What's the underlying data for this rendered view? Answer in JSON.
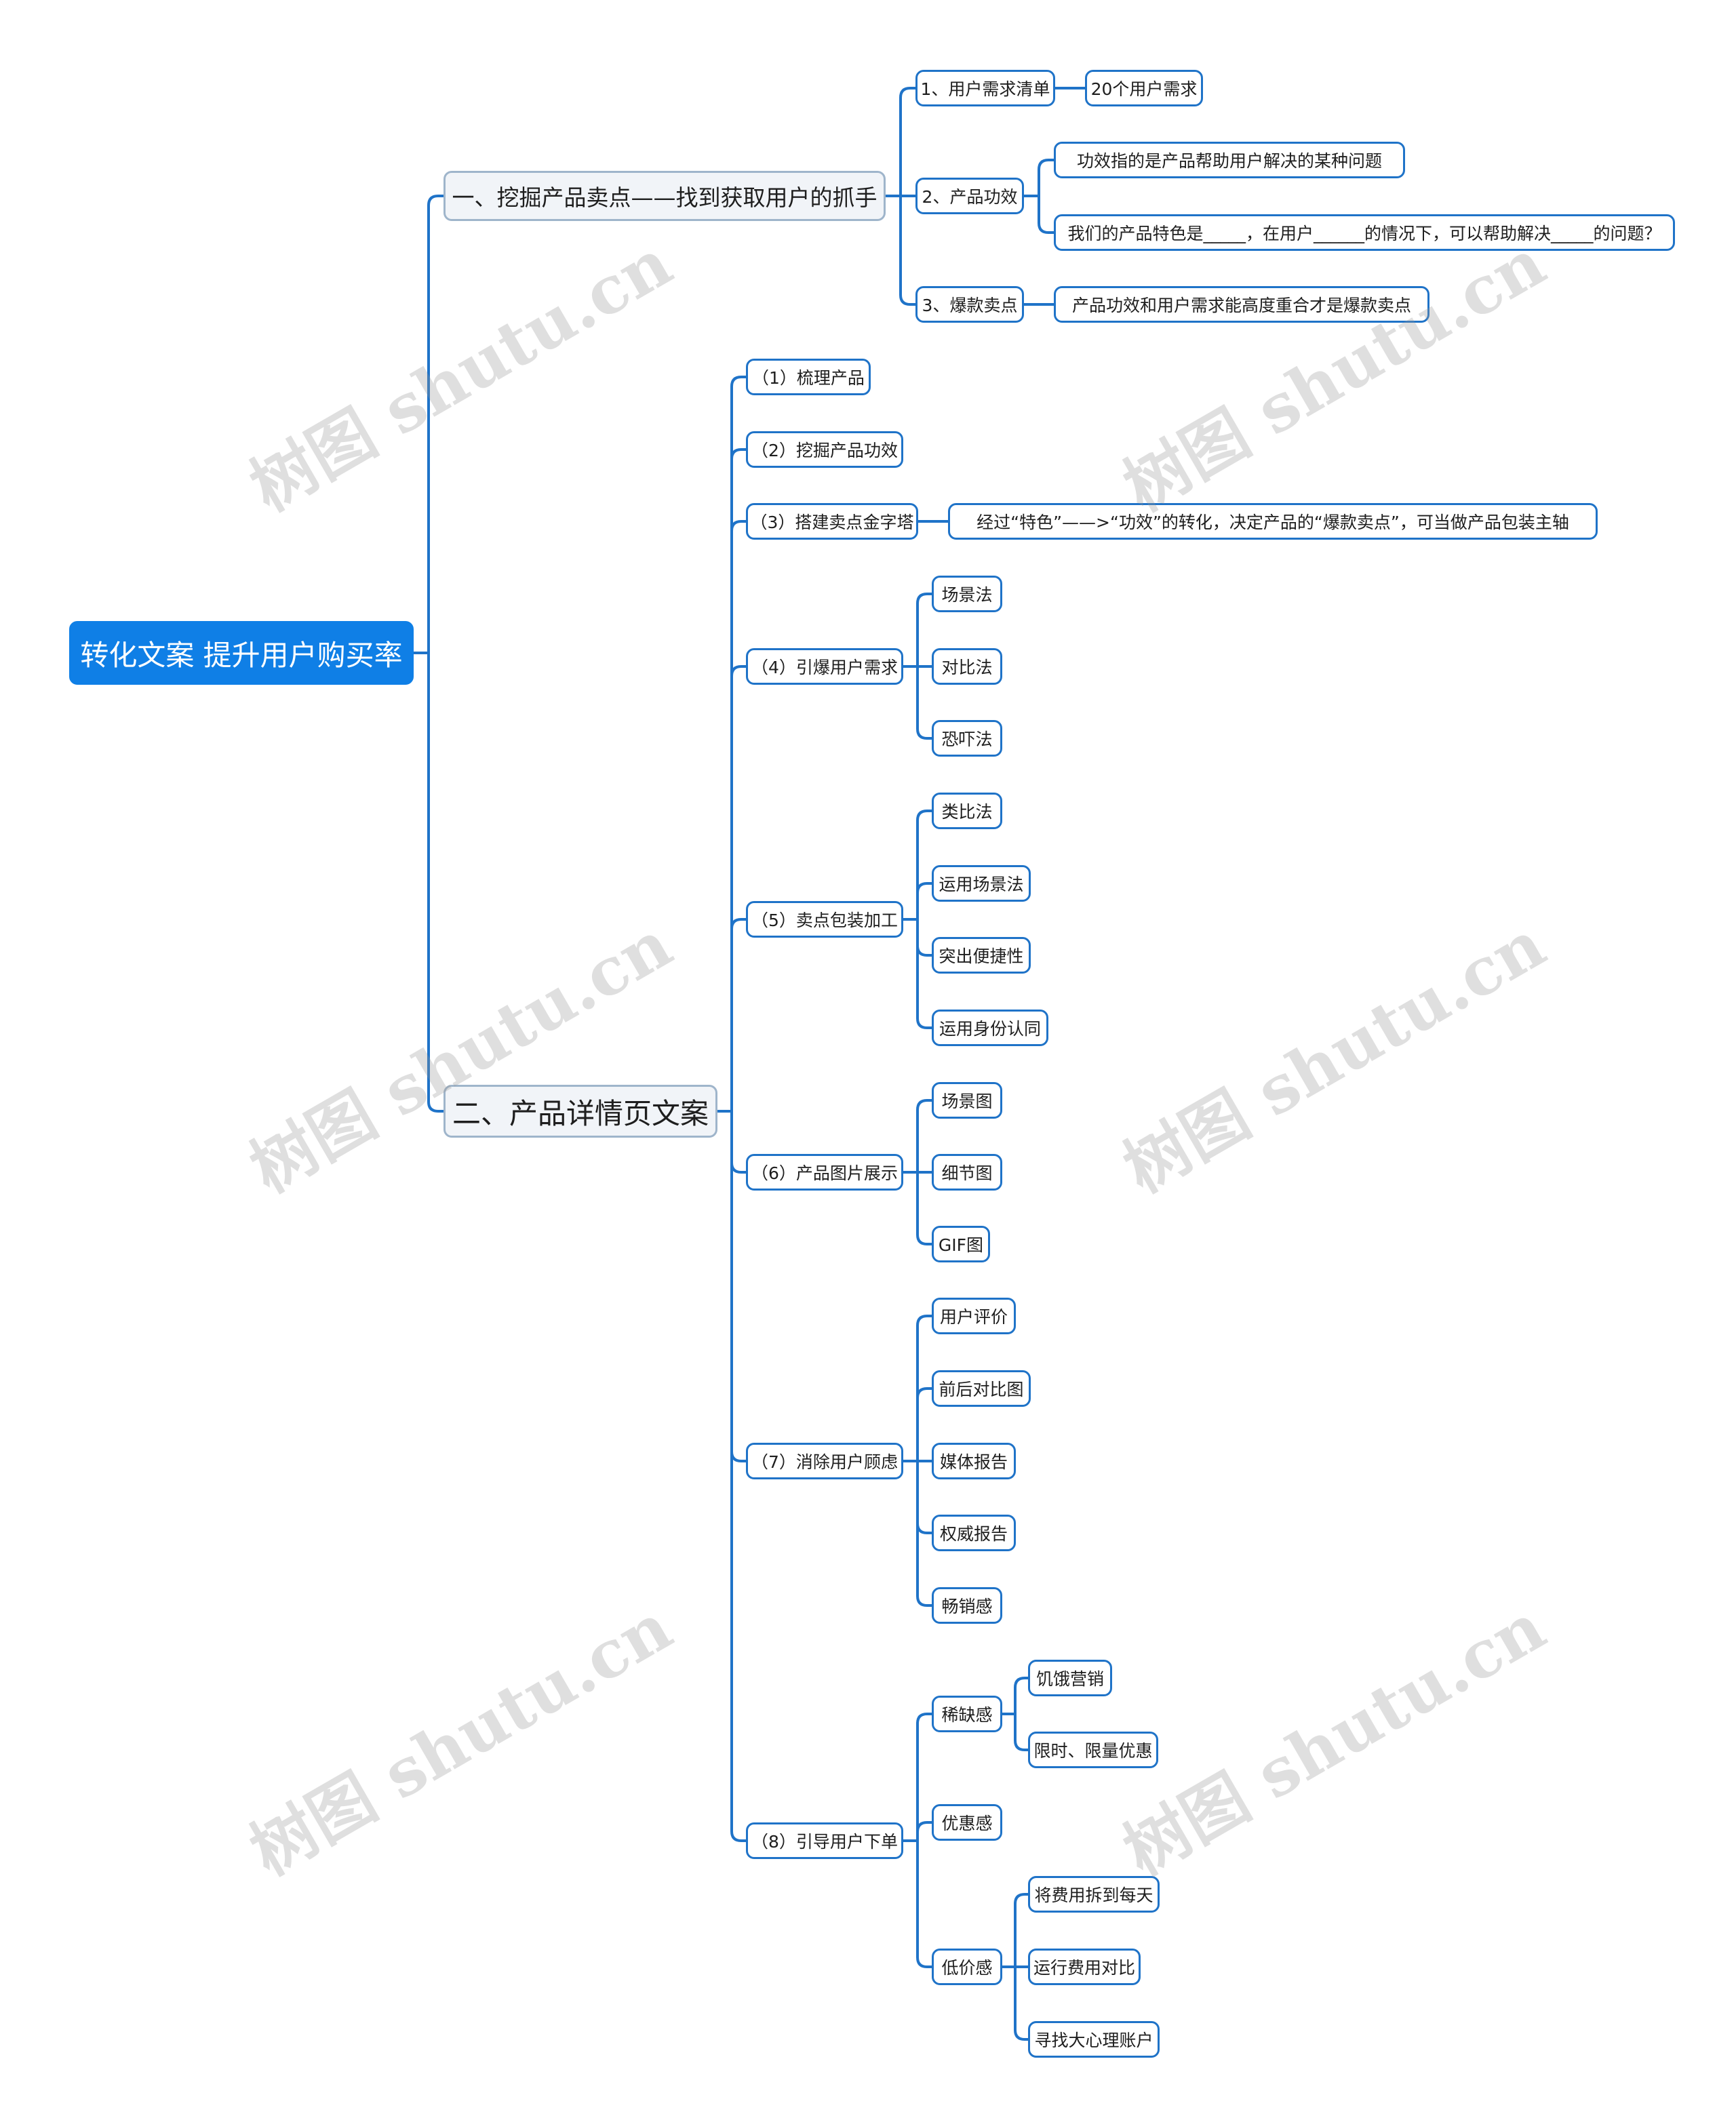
{
  "mindmap": {
    "root": "转化文案 提升用户购买率",
    "branch1": {
      "label": "一、挖掘产品卖点——找到获取用户的抓手",
      "items": [
        {
          "label": "1、用户需求清单",
          "children": [
            "20个用户需求"
          ]
        },
        {
          "label": "2、产品功效",
          "children": [
            "功效指的是产品帮助用户解决的某种问题",
            "我们的产品特色是_____，在用户______的情况下，可以帮助解决_____的问题？"
          ]
        },
        {
          "label": "3、爆款卖点",
          "children": [
            "产品功效和用户需求能高度重合才是爆款卖点"
          ]
        }
      ]
    },
    "branch2": {
      "label": "二、产品详情页文案",
      "items": [
        {
          "label": "（1）梳理产品"
        },
        {
          "label": "（2）挖掘产品功效"
        },
        {
          "label": "（3）搭建卖点金字塔",
          "children": [
            "经过“特色”——>“功效”的转化，决定产品的“爆款卖点”，可当做产品包装主轴"
          ]
        },
        {
          "label": "（4）引爆用户需求",
          "children": [
            "场景法",
            "对比法",
            "恐吓法"
          ]
        },
        {
          "label": "（5）卖点包装加工",
          "children": [
            "类比法",
            "运用场景法",
            "突出便捷性",
            "运用身份认同"
          ]
        },
        {
          "label": "（6）产品图片展示",
          "children": [
            "场景图",
            "细节图",
            "GIF图"
          ]
        },
        {
          "label": "（7）消除用户顾虑",
          "children": [
            "用户评价",
            "前后对比图",
            "媒体报告",
            "权威报告",
            "畅销感"
          ]
        },
        {
          "label": "（8）引导用户下单",
          "groups": [
            {
              "label": "稀缺感",
              "children": [
                "饥饿营销",
                "限时、限量优惠"
              ]
            },
            {
              "label": "优惠感"
            },
            {
              "label": "低价感",
              "children": [
                "将费用拆到每天",
                "运行费用对比",
                "寻找大心理账户"
              ]
            }
          ]
        }
      ]
    }
  },
  "watermark": "树图 shutu.cn",
  "colors": {
    "line": "#1f73c8",
    "root_fill": "#0f7fe6",
    "branch_fill": "#f1f4f8",
    "branch_border": "#9fb5cb"
  }
}
